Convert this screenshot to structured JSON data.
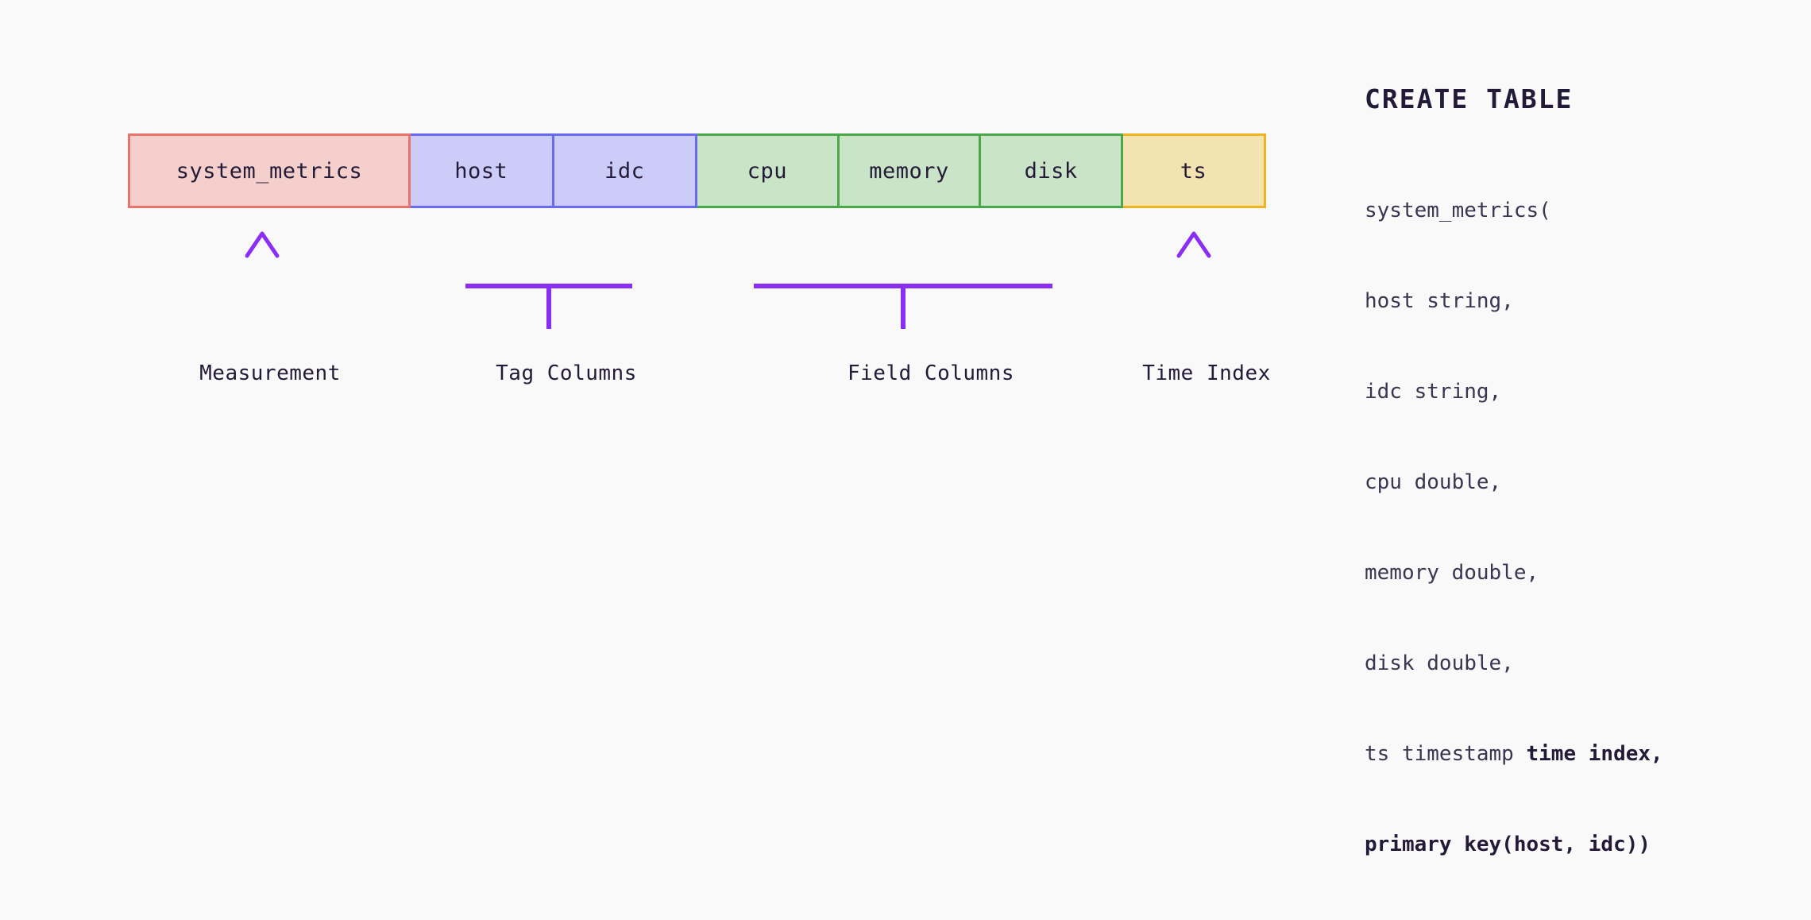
{
  "diagram": {
    "background_color": "#f9f9f9",
    "text_color": "#231a38",
    "accent_color": "#8b2ef5",
    "groups": [
      {
        "key": "measurement",
        "fill": "#f4cfcb",
        "stroke": "#e8736a",
        "caption": "Measurement",
        "connector": "arrow",
        "columns": [
          "system_metrics"
        ]
      },
      {
        "key": "tag",
        "fill": "#ccccf8",
        "stroke": "#6a6af0",
        "caption": "Tag Columns",
        "connector": "bracket",
        "columns": [
          "host",
          "idc"
        ]
      },
      {
        "key": "field",
        "fill": "#c9e4c6",
        "stroke": "#4aa84a",
        "caption": "Field Columns",
        "connector": "bracket",
        "columns": [
          "cpu",
          "memory",
          "disk"
        ]
      },
      {
        "key": "time",
        "fill": "#f2e3b0",
        "stroke": "#eeb422",
        "caption": "Time Index",
        "connector": "arrow",
        "columns": [
          "ts"
        ]
      }
    ]
  },
  "sql": {
    "title": "CREATE TABLE",
    "lines": [
      {
        "plain": "system_metrics(",
        "bold": ""
      },
      {
        "plain": "host string,",
        "bold": ""
      },
      {
        "plain": "idc string,",
        "bold": ""
      },
      {
        "plain": "cpu double,",
        "bold": ""
      },
      {
        "plain": "memory double,",
        "bold": ""
      },
      {
        "plain": "disk double,",
        "bold": ""
      },
      {
        "plain": "ts timestamp ",
        "bold": "time index,"
      },
      {
        "plain": "",
        "bold": "primary key(host, idc))"
      }
    ]
  }
}
